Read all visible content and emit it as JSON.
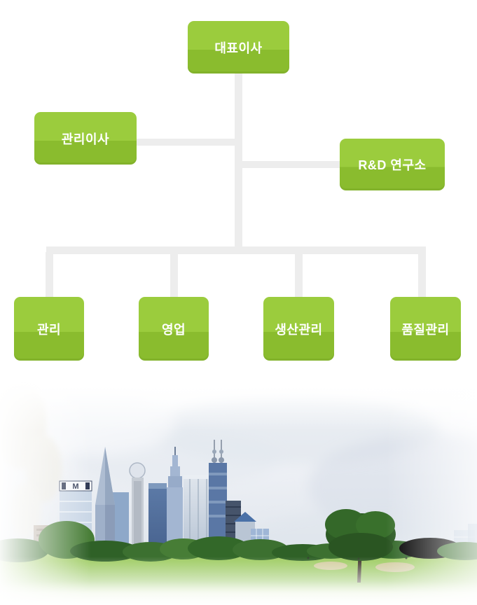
{
  "org_chart": {
    "nodes": {
      "ceo": {
        "label": "대표이사"
      },
      "management_director": {
        "label": "관리이사"
      },
      "rnd_lab": {
        "label": "R&D 연구소"
      },
      "management": {
        "label": "관리"
      },
      "sales": {
        "label": "영업"
      },
      "production": {
        "label": "생산관리"
      },
      "quality": {
        "label": "품질관리"
      }
    },
    "colors": {
      "box_gradient_top": "#9bcc3d",
      "box_gradient_bottom": "#8abc2e",
      "connector": "#ededed",
      "label_text": "#ffffff"
    }
  },
  "photo": {
    "alt": "City skyline rising behind a green park with trees and a large tree on the right",
    "building_sign": "M"
  }
}
